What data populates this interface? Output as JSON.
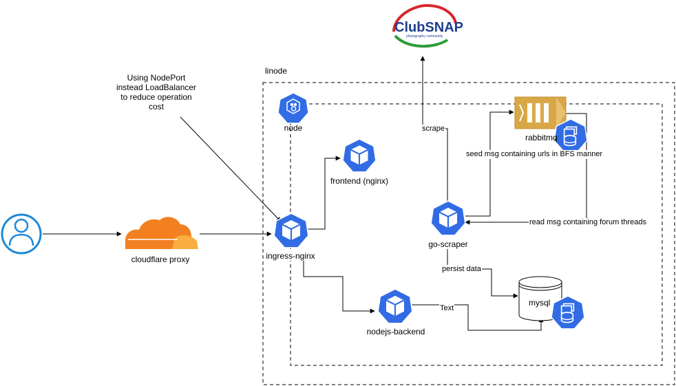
{
  "clubsnap": {
    "logo_text": "ClubSNAP",
    "logo_tagline": "photography community"
  },
  "annotation": {
    "lines": [
      "Using NodePort",
      "instead LoadBalancer",
      "to reduce operation",
      "cost"
    ]
  },
  "labels": {
    "linode": "linode",
    "node": "node",
    "frontend": "frontend (nginx)",
    "ingress": "ingress-nginx",
    "cloudflare": "cloudflare proxy",
    "rabbitmq": "rabbitmq",
    "go_scraper": "go-scraper",
    "nodejs_backend": "nodejs-backend",
    "mysql": "mysql"
  },
  "edges": {
    "scrape": "scrape",
    "seed": "seed msg containing urls in BFS manner",
    "read": "read msg containing forum threads",
    "persist": "persist data",
    "text": "Text"
  },
  "colors": {
    "k8s_blue": "#326ce5",
    "cloudflare_orange": "#f38020",
    "cloudflare_light": "#faae40",
    "rabbit_gold": "#d9a846",
    "user_blue": "#1d87d6",
    "clubsnap_blue": "#1f3f8f",
    "clubsnap_red": "#d8262b",
    "clubsnap_green": "#2f9a3a"
  }
}
